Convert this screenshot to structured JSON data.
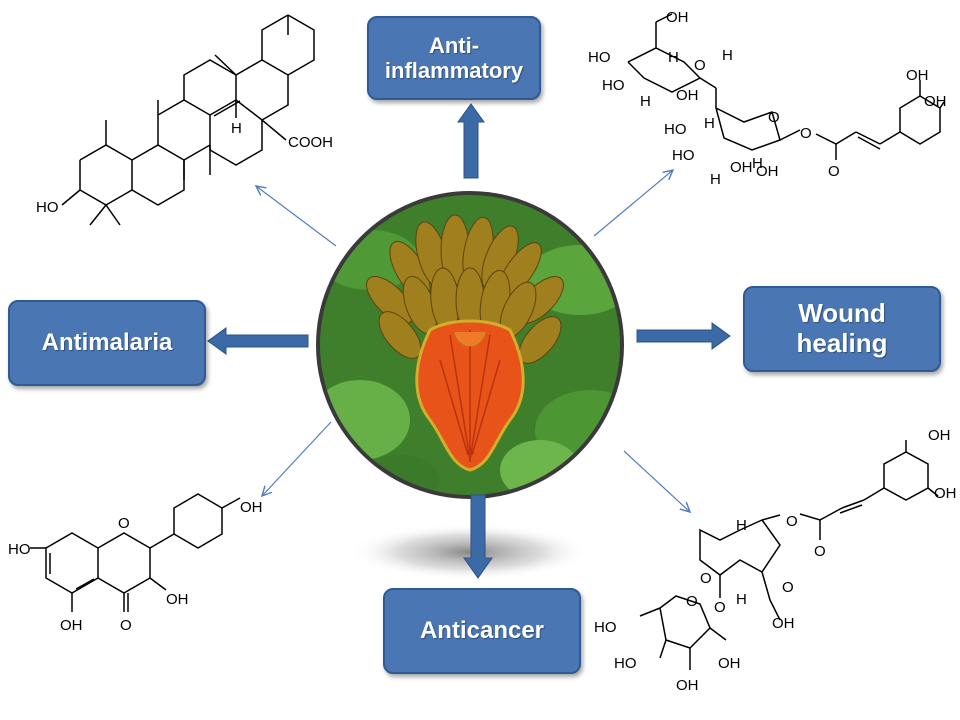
{
  "nodes": {
    "anti_inflammatory": "Anti-\ninflammatory",
    "antimalaria": "Antimalaria",
    "wound_healing": "Wound\nhealing",
    "anticancer": "Anticancer"
  },
  "molecules": {
    "triterpene": {
      "cooh": "COOH",
      "ho": "HO",
      "h": "H"
    },
    "glycoside": {
      "oh1": "OH",
      "ho1": "HO",
      "ho2": "HO",
      "h1": "H",
      "h2": "H",
      "oh2": "OH",
      "h3": "H",
      "o1": "O",
      "ho3": "HO",
      "ho4": "HO",
      "h4": "H",
      "h5": "H",
      "o2": "O",
      "oh3": "OH",
      "h6": "H",
      "oh4": "OH",
      "o3": "O",
      "o4": "O",
      "oh5": "OH",
      "oh6": "OH"
    },
    "flavonol": {
      "oh1": "OH",
      "ho": "HO",
      "o1": "O",
      "oh2": "OH",
      "oh3": "OH",
      "o2": "O"
    },
    "iridoid": {
      "oh1": "OH",
      "oh2": "OH",
      "o1": "O",
      "o2": "O",
      "h1": "H",
      "o3": "O",
      "o4": "O",
      "h2": "H",
      "o5": "O",
      "ho1": "HO",
      "oh3": "OH",
      "o6": "O",
      "ho2": "HO",
      "oh4": "OH",
      "oh5": "OH"
    }
  },
  "colors": {
    "box_fill": "#4a77b4",
    "box_border": "#2f5a94",
    "thin_arrow": "#4f7fc0",
    "flower_orange": "#e85a1a",
    "pod_brown": "#9a7a1c",
    "leaf_green": "#3e8a2e"
  },
  "icons": [
    "flower-photo",
    "thin-arrow",
    "block-arrow"
  ]
}
